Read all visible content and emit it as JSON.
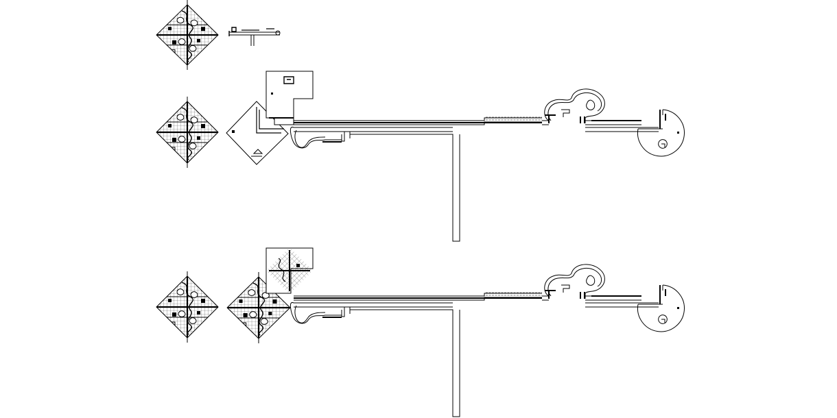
{
  "drawing": {
    "title": "",
    "colors": {
      "background": "#ffffff",
      "line": "#000000",
      "pattern": "#555555",
      "fill": "#ffffff"
    },
    "plan_rows": [
      {
        "name": "row-1",
        "tiles": [
          "gridded-square-plan"
        ],
        "elements": [
          "small-key-plan"
        ]
      },
      {
        "name": "row-2",
        "tiles": [
          "gridded-square-plan"
        ],
        "elements": [
          "diamond-plan",
          "square-block-plan",
          "long-corridor-plan",
          "vertical-wing-plan",
          "circular-end-plan",
          "curved-lobby-plan"
        ]
      },
      {
        "name": "row-3",
        "tiles": [
          "gridded-square-plan",
          "gridded-square-plan",
          "gridded-square-plan"
        ],
        "elements": [
          "long-corridor-plan",
          "vertical-wing-plan",
          "circular-end-plan",
          "curved-lobby-plan"
        ]
      }
    ]
  }
}
